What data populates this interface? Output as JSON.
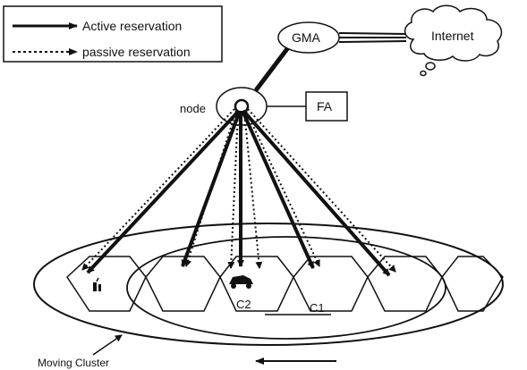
{
  "legend": {
    "active_label": "Active reservation",
    "passive_label": "passive reservation"
  },
  "nodes": {
    "gma": "GMA",
    "internet": "Internet",
    "node": "node",
    "fa": "FA"
  },
  "cells": {
    "c1": "C1",
    "c2": "C2"
  },
  "cluster_label": "Moving Cluster",
  "icons": {
    "car": "car-icon",
    "phone": "mobile-host-icon"
  }
}
